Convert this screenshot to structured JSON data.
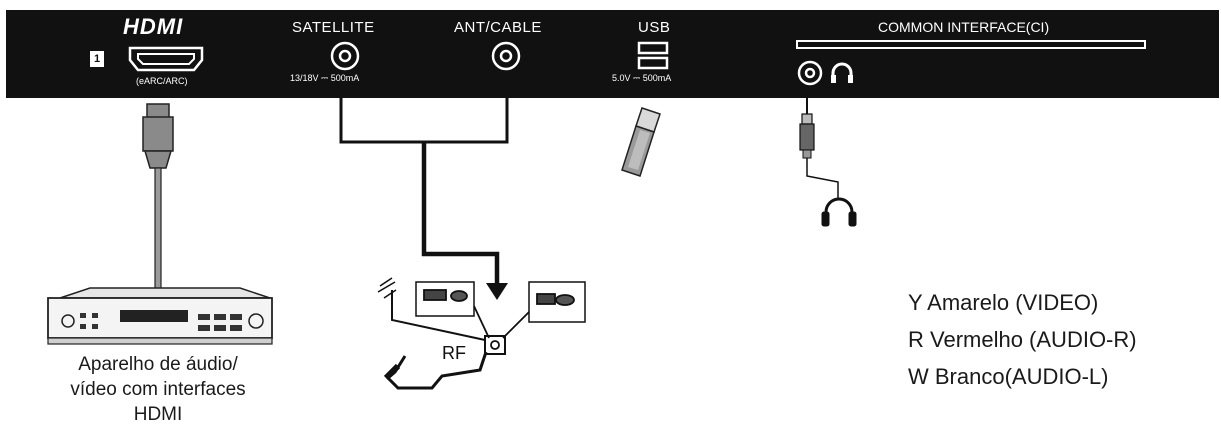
{
  "panel": {
    "hdmi": {
      "logo": "HDMI",
      "port_number": "1",
      "port_note": "(eARC/ARC)"
    },
    "satellite": {
      "label": "SATELLITE",
      "spec": "13/18V ⎓ 500mA"
    },
    "ant_cable": {
      "label": "ANT/CABLE"
    },
    "usb": {
      "label": "USB",
      "spec": "5.0V ⎓ 500mA"
    },
    "ci": {
      "label": "COMMON INTERFACE(CI)"
    }
  },
  "device": {
    "caption_lines": [
      "Aparelho de áudio/",
      "vídeo com interfaces",
      "HDMI"
    ]
  },
  "antenna": {
    "rf_label": "RF"
  },
  "legend": [
    "Y Amarelo (VIDEO)",
    "R Vermelho (AUDIO-R)",
    "W Branco(AUDIO-L)"
  ],
  "colors": {
    "panel": "#111111",
    "line": "#1a1a1a",
    "plug_gray": "#7a7a7a"
  }
}
